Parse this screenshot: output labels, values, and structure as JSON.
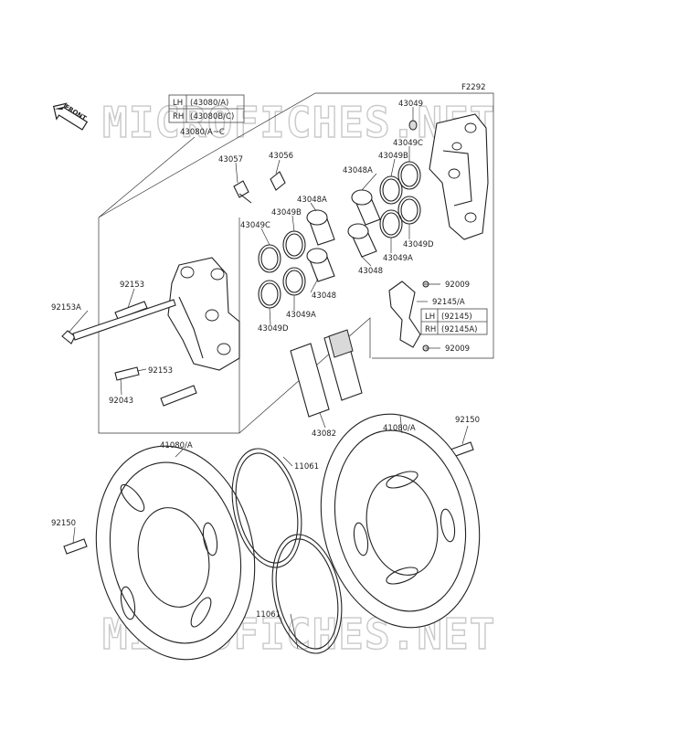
{
  "figure_code": "F2292",
  "watermark": "MICROFICHES.NET",
  "front_label": "FRONT",
  "variant_tables": {
    "caliper": [
      {
        "side": "LH",
        "code": "(43080/A)"
      },
      {
        "side": "RH",
        "code": "(43080B/C)"
      }
    ],
    "bracket": [
      {
        "side": "LH",
        "code": "(92145)"
      },
      {
        "side": "RH",
        "code": "(92145A)"
      }
    ]
  },
  "labels": {
    "l43080": "43080/A~C",
    "l43049": "43049",
    "l43049c_r": "43049C",
    "l43049b_r": "43049B",
    "l43048a_r": "43048A",
    "l43049d_r": "43049D",
    "l43049a_r": "43049A",
    "l43048_r": "43048",
    "l43057": "43057",
    "l43056": "43056",
    "l43048a_l": "43048A",
    "l43049b_l": "43049B",
    "l43049c_l": "43049C",
    "l43048_l": "43048",
    "l43049a_l": "43049A",
    "l43049d_l": "43049D",
    "l92153_top": "92153",
    "l92153a": "92153A",
    "l92153_bot": "92153",
    "l92043": "92043",
    "l92009_top": "92009",
    "l92145a": "92145/A",
    "l92009_bot": "92009",
    "l43082": "43082",
    "l41080a_l": "41080/A",
    "l41080a_r": "41080/A",
    "l92150_r": "92150",
    "l92150_l": "92150",
    "l11061_top": "11061",
    "l11061_bot": "11061"
  }
}
